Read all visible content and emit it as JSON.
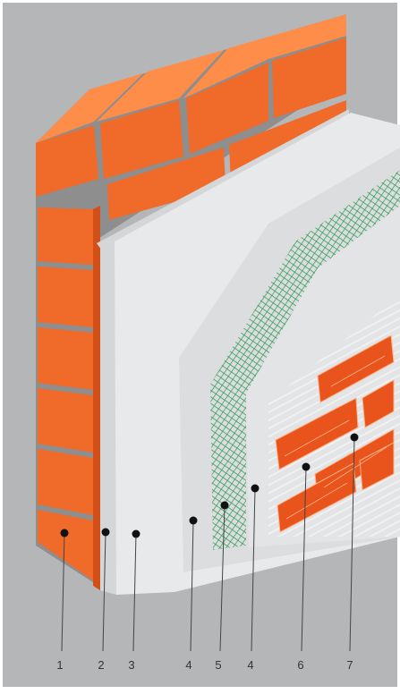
{
  "diagram": {
    "callouts": [
      {
        "label": "1"
      },
      {
        "label": "2"
      },
      {
        "label": "3"
      },
      {
        "label": "4"
      },
      {
        "label": "5"
      },
      {
        "label": "4"
      },
      {
        "label": "6"
      },
      {
        "label": "7"
      }
    ],
    "colors": {
      "background": "#b5b6b8",
      "brick_face": "#f06a2a",
      "brick_top": "#ff8d4a",
      "brick_side": "#d24f18",
      "mortar": "#8e8e8e",
      "insulation": "#e8e9eb",
      "insulation_side": "#d5d6d8",
      "plaster": "#dcdddf",
      "mesh": "#2e9a52",
      "tile_face": "#e8541c",
      "tile_line": "#ffb38a",
      "dot": "#111111",
      "leader": "#444444",
      "label": "#333333"
    }
  }
}
